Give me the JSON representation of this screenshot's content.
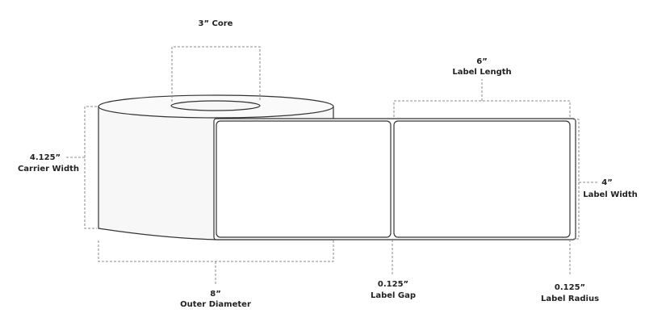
{
  "core": {
    "value": "3”",
    "label": "Core"
  },
  "carrier_width": {
    "value": "4.125”",
    "label": "Carrier Width"
  },
  "outer_diameter": {
    "value": "8”",
    "label": "Outer Diameter"
  },
  "label_length": {
    "value": "6”",
    "label": "Label Length"
  },
  "label_width": {
    "value": "4”",
    "label": "Label Width"
  },
  "label_gap": {
    "value": "0.125”",
    "label": "Label Gap"
  },
  "label_radius": {
    "value": "0.125”",
    "label": "Label Radius"
  },
  "colors": {
    "roll_side": "#f7f7f7",
    "outline": "#333333",
    "dimension": "#888888"
  }
}
